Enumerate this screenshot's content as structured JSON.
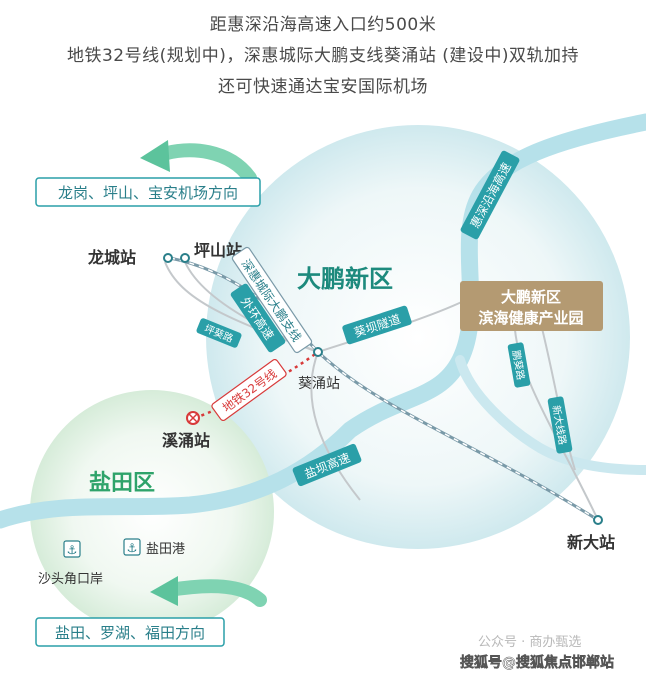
{
  "header": {
    "line1": "距惠深沿海高速入口约500米",
    "line2": "地铁32号线(规划中)，深惠城际大鹏支线葵涌站 (建设中)双轨加持",
    "line3": "还可快速通达宝安国际机场"
  },
  "map": {
    "districts": {
      "dapeng": "大鹏新区",
      "yantian": "盐田区"
    },
    "direction_boxes": {
      "north_west": "龙岗、坪山、宝安机场方向",
      "south_west": "盐田、罗湖、福田方向"
    },
    "stations": {
      "longcheng": "龙城站",
      "pingshan": "坪山站",
      "kuiyong": "葵涌站",
      "xiyong": "溪涌站",
      "xinda": "新大站"
    },
    "park_box": {
      "line1": "大鹏新区",
      "line2": "滨海健康产业园"
    },
    "roads": {
      "huishen_coastal": "惠深沿海高速",
      "shenhui_intercity": "深惠城际大鹏支线",
      "outer_ring": "外环高速",
      "pingkui": "坪葵路",
      "kuiba_tunnel": "葵坝隧道",
      "metro32": "地铁32号线",
      "yanba": "盐坝高速",
      "road_a": "鹏葵路",
      "road_b": "新大线路"
    },
    "ports": {
      "yantian_port": "盐田港",
      "shatoujiao": "沙头角口岸"
    },
    "colors": {
      "teal": "#2a9fa8",
      "pale_blue": "#a8d9e6",
      "park_brown": "#b49a72",
      "route_red": "#d83a3a",
      "dapeng_green": "#1d8a7d",
      "yantian_green": "#2ea36a"
    }
  },
  "watermark": {
    "account": "公众号 · 商办甄选",
    "footer": "搜狐号@搜狐焦点邯郸站"
  }
}
